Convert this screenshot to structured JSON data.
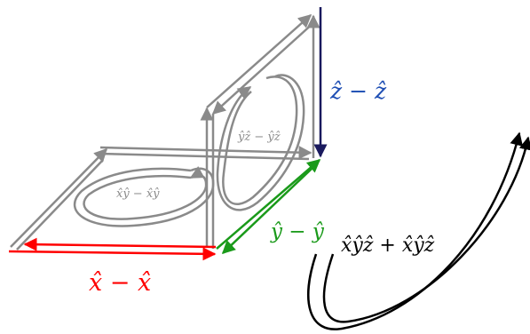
{
  "labels": {
    "x_diff": "x̂ − x̂",
    "y_diff": "ŷ − ŷ",
    "z_diff": "ẑ − ẑ",
    "xy_comm": "x̂ŷ − x̂ŷ",
    "yz_comm": "ŷẑ − ŷẑ",
    "xyz_sum": "x̂ŷẑ + x̂ŷẑ"
  },
  "colors": {
    "x": "#ff0000",
    "y": "#1a9a1a",
    "z": "#1f4fb4",
    "z_arrow": "#1a1a5e",
    "gray": "#8a8a8a",
    "black": "#000000"
  }
}
